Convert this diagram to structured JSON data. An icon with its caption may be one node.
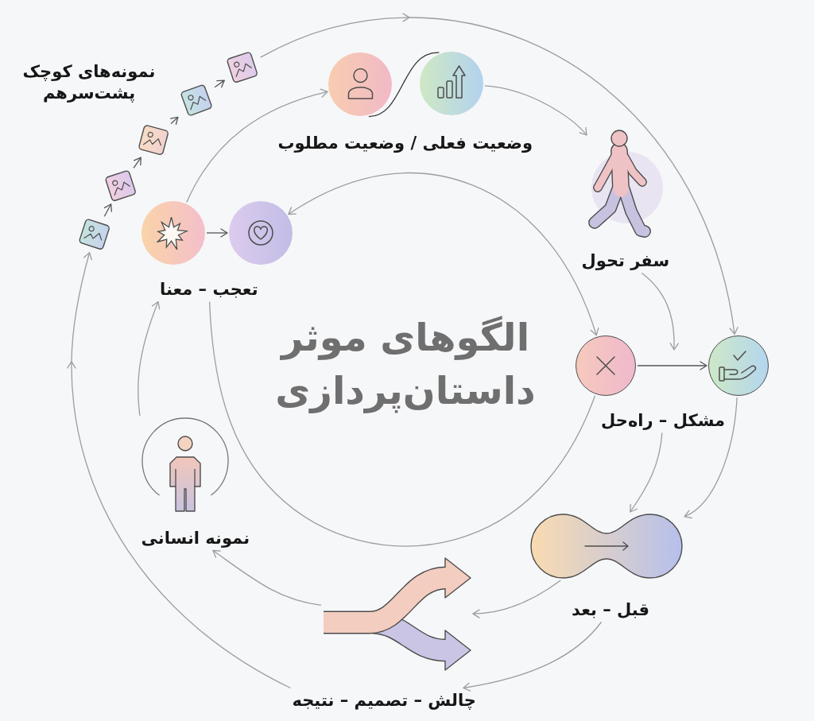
{
  "diagram": {
    "title": "الگوهای موثر داستان‌پردازی",
    "nodes": [
      {
        "text": [],
        "shape": "picture"
      },
      {
        "text": [],
        "shape": "picture"
      },
      {
        "text": [],
        "shape": "picture"
      },
      {
        "text": [],
        "shape": "picture"
      },
      {
        "text": [],
        "shape": "picture"
      },
      {
        "text": [],
        "shape": "circle"
      },
      {
        "text": [],
        "shape": "circle"
      },
      {
        "text": [],
        "shape": "person"
      },
      {
        "text": [
          "سفر تحول"
        ]
      },
      {
        "text": [],
        "shape": "circle"
      },
      {
        "text": [],
        "shape": "circle"
      },
      {
        "text": [
          "مشکل – راه‌حل"
        ]
      },
      {
        "text": [],
        "shape": "dumbbell"
      },
      {
        "text": [
          "قبل – بعد"
        ]
      },
      {
        "text": [],
        "shape": "picture"
      },
      {
        "text": [
          "چالش – تصمیم – نتیجه"
        ]
      },
      {
        "text": [],
        "shape": "person"
      },
      {
        "text": [
          "نمونه انسانی"
        ]
      },
      {
        "text": [],
        "shape": "circle"
      },
      {
        "text": [],
        "shape": "circle"
      },
      {
        "text": [
          "تعجب – معنا"
        ]
      }
    ],
    "edges": [
      {
        "from": 0,
        "to": 1,
        "arrow": "to",
        "color": "#555555"
      },
      {
        "from": 1,
        "to": 2,
        "arrow": "to",
        "color": "#555555"
      },
      {
        "from": 2,
        "to": 3,
        "arrow": "to",
        "color": "#555555"
      },
      {
        "from": 3,
        "to": 4,
        "arrow": "to",
        "color": "#555555"
      },
      {
        "from": 4,
        "to": 10,
        "arrow": "to"
      },
      {
        "from": 5,
        "to": 6,
        "arrow": "none",
        "color": "#333333"
      },
      {
        "from": 6,
        "to": 7,
        "arrow": "to"
      },
      {
        "from": 8,
        "to": null,
        "arrow": "to"
      },
      {
        "from": 9,
        "to": 10,
        "arrow": "to",
        "color": "#555555"
      },
      {
        "from": 19,
        "to": 9,
        "arrow": "both"
      },
      {
        "from": 11,
        "to": 12,
        "arrow": "to"
      },
      {
        "from": 10,
        "to": 12,
        "arrow": "to"
      },
      {
        "from": 12,
        "to": 14,
        "arrow": "to"
      },
      {
        "from": 13,
        "to": 15,
        "arrow": "to"
      },
      {
        "from": 14,
        "to": 17,
        "arrow": "to"
      },
      {
        "from": 15,
        "to": 0,
        "arrow": "to"
      },
      {
        "from": 16,
        "to": 20,
        "arrow": "to"
      },
      {
        "from": 20,
        "to": 9,
        "arrow": "none"
      },
      {
        "from": 18,
        "to": 19,
        "arrow": "to",
        "color": "#555555"
      },
      {
        "from": 18,
        "to": 5,
        "arrow": "to"
      }
    ],
    "labels": [
      "نمونه‌های کوچک پشت‌سرهم",
      "وضعیت فعلی / وضعیت مطلوب"
    ]
  }
}
